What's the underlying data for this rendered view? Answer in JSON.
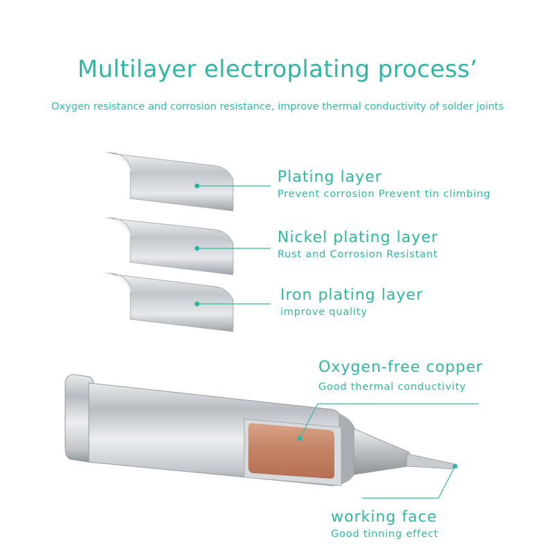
{
  "header": {
    "title": "Multilayer electroplating process’",
    "subtitle": "Oxygen resistance and corrosion resistance, improve thermal conductivity of solder joints"
  },
  "layers": [
    {
      "name": "Plating layer",
      "desc": "Prevent corrosion Prevent tin climbing"
    },
    {
      "name": "Nickel plating layer",
      "desc": "Rust and Corrosion Resistant"
    },
    {
      "name": "Iron plating layer",
      "desc": "improve quality"
    }
  ],
  "tip": {
    "core": {
      "name": "Oxygen-free copper",
      "desc": "Good thermal conductivity"
    },
    "face": {
      "name": "working face",
      "desc": "Good tinning effect"
    }
  },
  "colors": {
    "accent": "#2fb6a3",
    "copper": "#c98a6c",
    "silver": "#c9cdd1"
  }
}
